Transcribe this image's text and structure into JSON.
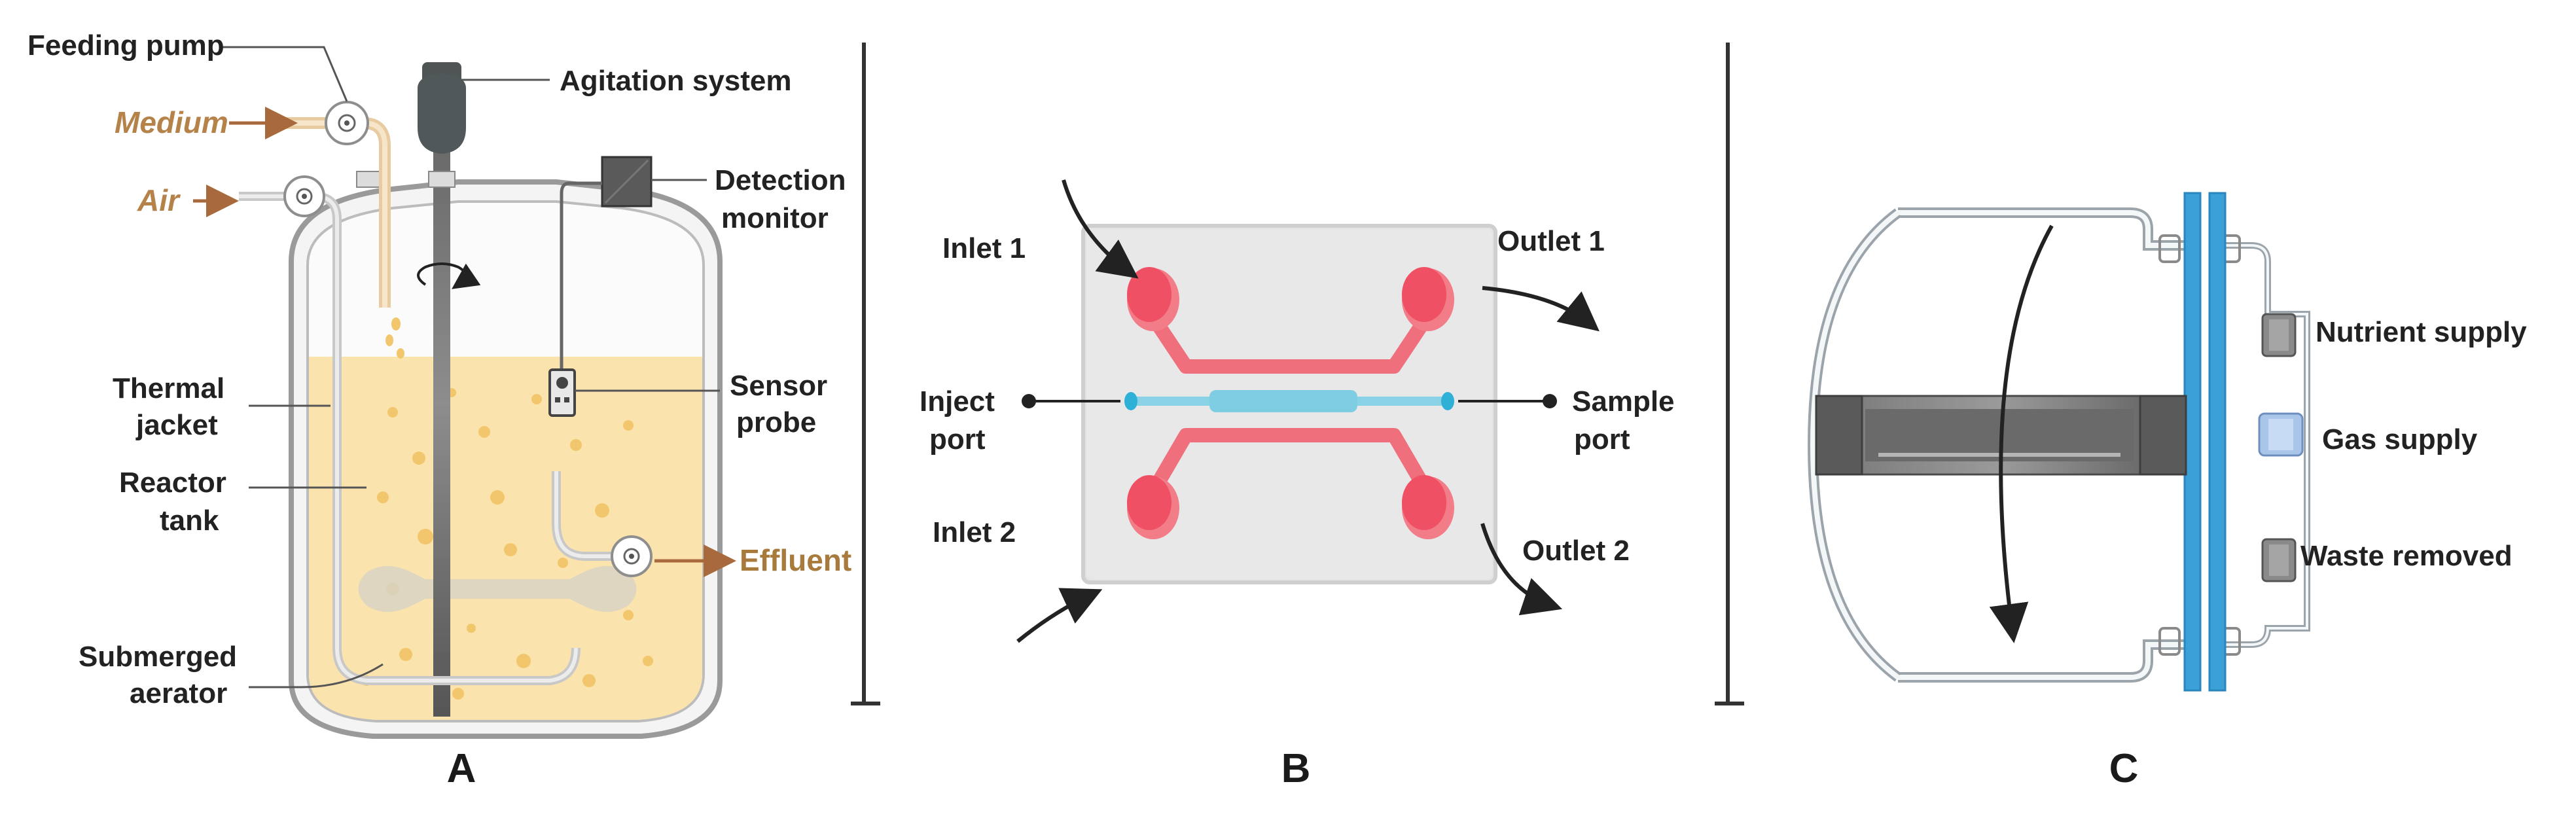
{
  "panel_a": {
    "letter": "A",
    "feeding_pump": "Feeding pump",
    "medium": "Medium",
    "air": "Air",
    "agitation_system": "Agitation system",
    "detection_1": "Detection",
    "detection_2": "monitor",
    "thermal_1": "Thermal",
    "thermal_2": "jacket",
    "reactor_1": "Reactor",
    "reactor_2": "tank",
    "sensor_1": "Sensor",
    "sensor_2": "probe",
    "effluent": "Effluent",
    "aerator_1": "Submerged",
    "aerator_2": "aerator"
  },
  "panel_b": {
    "letter": "B",
    "inlet_1": "Inlet 1",
    "outlet_1": "Outlet 1",
    "inject_1": "Inject",
    "inject_2": "port",
    "sample_1": "Sample",
    "sample_2": "port",
    "inlet_2": "Inlet 2",
    "outlet_2": "Outlet 2"
  },
  "panel_c": {
    "letter": "C",
    "nutrient_supply": "Nutrient supply",
    "gas_supply": "Gas supply",
    "waste_removed": "Waste removed"
  },
  "colors": {
    "medium_fill": "#fbe3ae",
    "vessel_outline": "#9a9a9a",
    "channel_red": "#ef5a6a",
    "channel_blue": "#5ec5dd",
    "plate_blue": "#3b9fd8",
    "shaft_gray": "#5a5a5a"
  }
}
